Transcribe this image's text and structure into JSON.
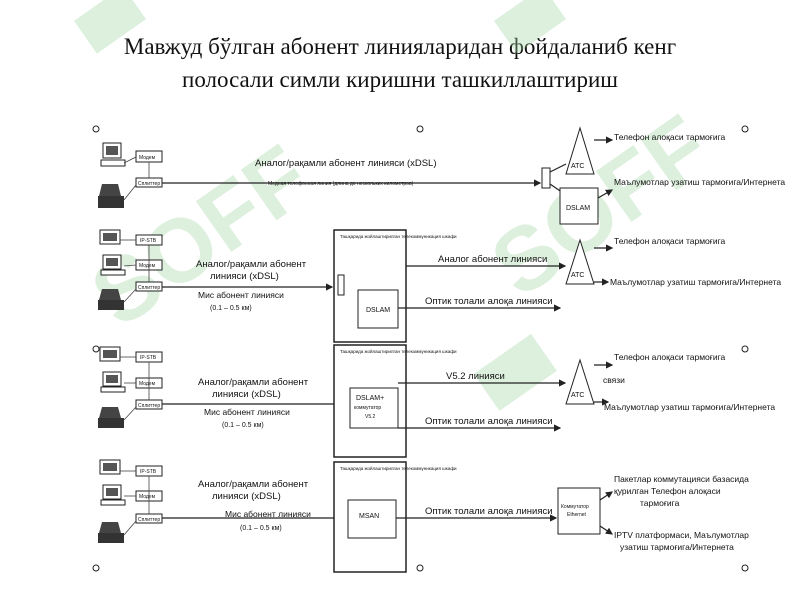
{
  "title": {
    "line1": "Мавжуд бўлган абонент линияларидан фойдаланиб кенг",
    "line2": "полосали симли киришни  ташкиллаштириш"
  },
  "row1": {
    "line_label": "Аналог/рақамли абонент линияси (xDSL)",
    "line_sublabel": "Медная телефонная линия (длина до нескольких километров)",
    "atc": "АТС",
    "dslam": "DSLAM",
    "net_phone": "Телефон алоқаси тармоғига",
    "net_data": "Маълумотлар узатиш тармоғига/Интернета",
    "dev_modem": "Модем",
    "dev_splitter": "Сплиттер"
  },
  "row2": {
    "iptv": "IP-STB",
    "dev_modem": "Модем",
    "dev_splitter": "Сплиттер",
    "line_label_1": "Аналог/рақамли абонент",
    "line_label_2": "линияси (xDSL)",
    "copper_1": "Мис абонент линияси",
    "copper_2": "(0.1 – 0.5 км)",
    "cabinet": "Ташқарида жойлаштирилган телекоммуникация шкафи",
    "dslam": "DSLAM",
    "analog_line": "Аналог абонент линияси",
    "optic_line": "Оптик толали алоқа линияси",
    "atc": "АТС",
    "net_phone": "Телефон алоқаси тармоғига",
    "net_data": "Маълумотлар узатиш тармоғига/Интернета"
  },
  "row3": {
    "iptv": "IP-STB",
    "dev_modem": "Модем",
    "dev_splitter": "Сплиттер",
    "line_label_1": "Аналог/рақамли абонент",
    "line_label_2": "линияси (xDSL)",
    "copper_1": "Мис абонент линияси",
    "copper_2": "(0.1 – 0.5 км)",
    "cabinet": "Ташқарида жойлаштирилган телекоммуникация шкафи",
    "dslam_1": "DSLAM+",
    "dslam_2": "коммутатор",
    "dslam_3": "V5.2",
    "v52_line": "V5.2  линияси",
    "optic_line": "Оптик толали алоқа линияси",
    "atc": "АТС",
    "svyazi": "связи",
    "net_phone": "Телефон алоқаси тармоғига",
    "net_data": "Маълумотлар узатиш тармоғига/Интернета"
  },
  "row4": {
    "iptv": "IP-STB",
    "dev_modem": "Модем",
    "dev_splitter": "Сплиттер",
    "line_label_1": "Аналог/рақамли абонент",
    "line_label_2": "линияси (xDSL)",
    "copper_1": "Мис абонент линияси",
    "copper_2": "(0.1 – 0.5 км)",
    "cabinet": "Ташқарида жойлаштирилган телекоммуникация шкафи",
    "msan": "MSAN",
    "optic_line": "Оптик толали алоқа линияси",
    "switch_1": "Коммутатор",
    "switch_2": "Ethernet",
    "net_phone_1": "Пакетлар коммутацияси базасида",
    "net_phone_2": "қурилган Телефон алоқаси",
    "net_phone_3": "тармоғига",
    "net_data_1": "IPTV платформаси, Маълумотлар",
    "net_data_2": "узатиш тармоғига/Интернета"
  },
  "watermark": "SOFF",
  "colors": {
    "watermark": "#9ed39e",
    "line": "#222222"
  }
}
